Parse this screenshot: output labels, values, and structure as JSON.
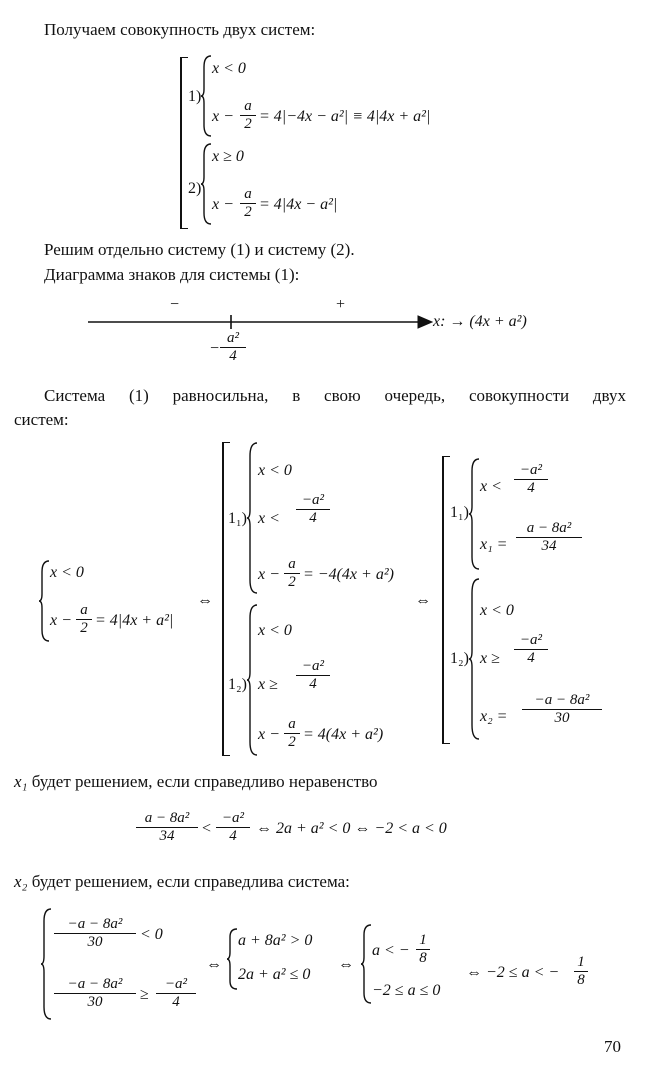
{
  "page": {
    "para1": "Получаем совокупность двух систем:",
    "para2": "Решим отдельно систему (1) и систему (2).",
    "para3": "Диаграмма знаков для системы (1):",
    "para4_line1": "Система (1) равносильна, в свою очередь, совокупности двух",
    "para4_line2": "систем:",
    "x1_label": "x₁",
    "para5": " будет решением, если справедливо неравенство",
    "x2_label": "x₂",
    "para6": " будет решением, если справедлива система:",
    "page_number": "70"
  },
  "block1": {
    "s1_label": "1)",
    "s1_row1": "x < 0",
    "s1_row2_a": "x −",
    "s1_row2_b": "= 4|−4x − a²| ≡ 4|4x + a²|",
    "s2_label": "2)",
    "s2_row1": "x ≥ 0",
    "s2_row2_a": "x −",
    "s2_row2_b": "= 4|4x − a²|",
    "frac_num": "a",
    "frac_den": "2"
  },
  "diagram": {
    "minus_sign": "−",
    "plus_sign": "+",
    "axis_label": "x: → (4x + a²)",
    "point_num": "a²",
    "point_den": "4",
    "point_neg": "−"
  },
  "block2": {
    "left_row1": "x < 0",
    "left_row2_a": "x −",
    "left_row2_b": "= 4|4x + a²|",
    "iff1": "⇔",
    "iff2": "⇔",
    "mid_l1": "1₁)",
    "mid_l2": "1₂)",
    "mid_r1": "x < 0",
    "mid_r2": "x <",
    "mid_r3_a": "x −",
    "mid_r3_b": "= −4(4x + a²)",
    "mid_r4": "x < 0",
    "mid_r5": "x ≥",
    "mid_r6_a": "x −",
    "mid_r6_b": "= 4(4x + a²)",
    "neg_a2": "−a²",
    "four": "4",
    "a": "a",
    "two": "2",
    "right_l1": "1₁)",
    "right_l2": "1₂)",
    "right_r1": "x <",
    "right_r2": "x₁ =",
    "right_r2_num": "a − 8a²",
    "right_r2_den": "34",
    "right_r3": "x < 0",
    "right_r4": "x ≥",
    "right_r5": "x₂ =",
    "right_r5_num": "−a − 8a²",
    "right_r5_den": "30"
  },
  "ineq1": {
    "num": "a − 8a²",
    "den": "34",
    "lt": "<",
    "num2": "−a²",
    "den2": "4",
    "rest": "⇔ 2a + a² < 0 ⇔ −2 < a < 0"
  },
  "sys2": {
    "r1_num": "−a − 8a²",
    "r1_den": "30",
    "r1_rest": "< 0",
    "r2_num": "−a − 8a²",
    "r2_den": "30",
    "r2_ge": "≥",
    "r2_num2": "−a²",
    "r2_den2": "4",
    "iff": "⇔",
    "b_r1": "a + 8a² > 0",
    "b_r2": "2a + a² ≤ 0",
    "c_r1": "a < −",
    "c_r1_num": "1",
    "c_r1_den": "8",
    "c_r2": "−2 ≤ a ≤ 0",
    "final": "⇔ −2 ≤ a < −",
    "final_num": "1",
    "final_den": "8"
  }
}
